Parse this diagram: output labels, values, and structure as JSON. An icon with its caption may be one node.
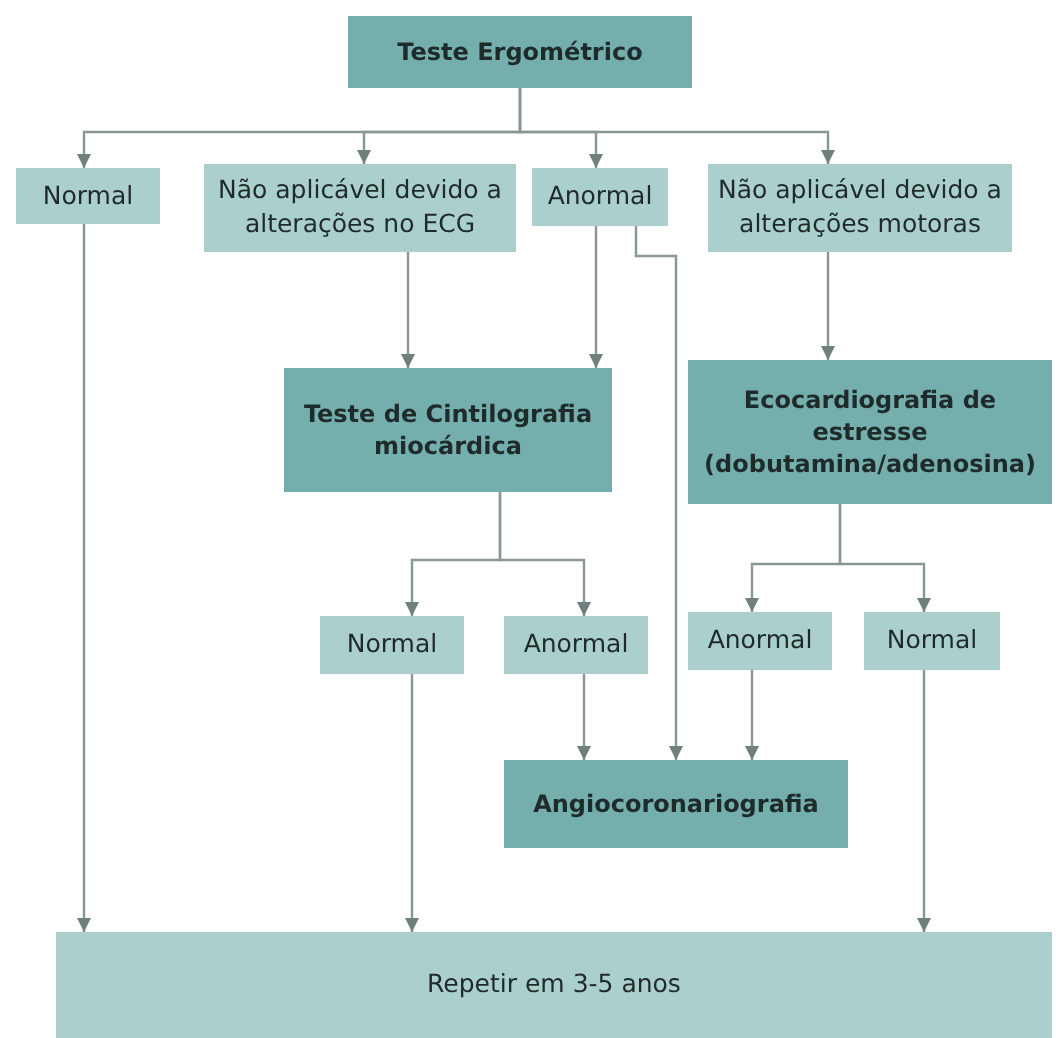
{
  "diagram": {
    "nodes": [
      {
        "text": [
          "Teste Ergométrico"
        ]
      },
      {
        "text": [
          "Normal"
        ]
      },
      {
        "text": [
          "Não aplicável devido a alterações no ECG"
        ]
      },
      {
        "text": [
          "Anormal"
        ]
      },
      {
        "text": [
          "Não aplicável devido a alterações motoras"
        ]
      },
      {
        "text": [
          "Teste de Cintilografia miocárdica"
        ]
      },
      {
        "text": [
          "Ecocardiografia de estresse (dobutamina/adenosina)"
        ]
      },
      {
        "text": [
          "Normal"
        ]
      },
      {
        "text": [
          "Anormal"
        ]
      },
      {
        "text": [
          "Anormal"
        ]
      },
      {
        "text": [
          "Normal"
        ]
      },
      {
        "text": [
          "Angiocoronariografia"
        ]
      },
      {
        "text": [
          "Repetir em 3-5 anos"
        ]
      }
    ],
    "edges": [
      {
        "from": 0,
        "to": 1,
        "arrow": "to"
      },
      {
        "from": 0,
        "to": 2,
        "arrow": "to"
      },
      {
        "from": 0,
        "to": 3,
        "arrow": "to"
      },
      {
        "from": 0,
        "to": 4,
        "arrow": "to"
      },
      {
        "from": 1,
        "to": 12,
        "arrow": "to"
      },
      {
        "from": 2,
        "to": 5,
        "arrow": "to"
      },
      {
        "from": 3,
        "to": 5,
        "arrow": "to"
      },
      {
        "from": 3,
        "to": 11,
        "arrow": "to"
      },
      {
        "from": 4,
        "to": 6,
        "arrow": "to"
      },
      {
        "from": 5,
        "to": 7,
        "arrow": "to"
      },
      {
        "from": 5,
        "to": 8,
        "arrow": "to"
      },
      {
        "from": 6,
        "to": 9,
        "arrow": "to"
      },
      {
        "from": 6,
        "to": 10,
        "arrow": "to"
      },
      {
        "from": 7,
        "to": 12,
        "arrow": "to"
      },
      {
        "from": 8,
        "to": 11,
        "arrow": "to"
      },
      {
        "from": 9,
        "to": 11,
        "arrow": "to"
      },
      {
        "from": 10,
        "to": 12,
        "arrow": "to"
      }
    ]
  }
}
